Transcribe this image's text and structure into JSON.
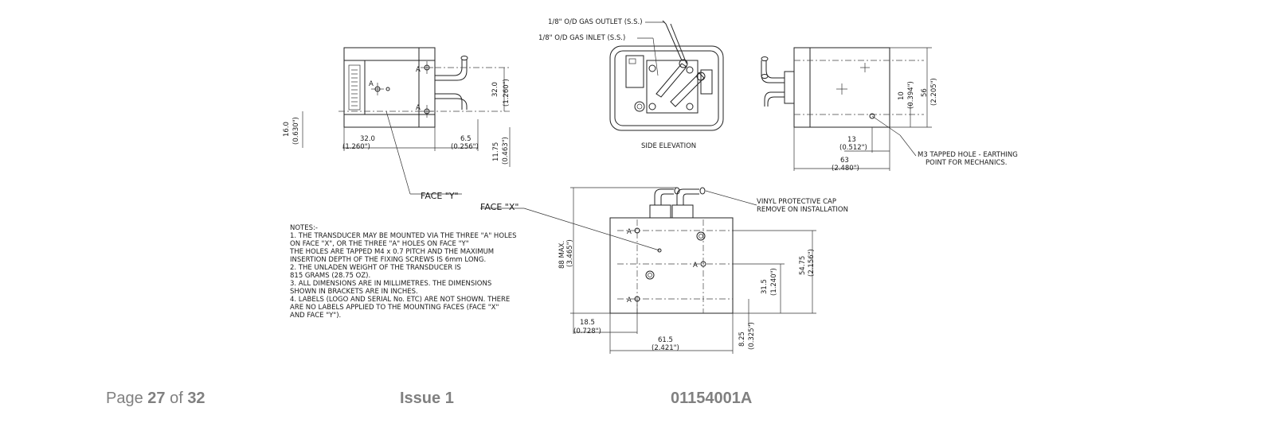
{
  "drawing": {
    "labels": {
      "gas_outlet": "1/8\" O/D GAS OUTLET (S.S.)",
      "gas_inlet": "1/8\" O/D GAS INLET (S.S.)",
      "side_elevation": "SIDE ELEVATION",
      "face_y": "FACE \"Y\"",
      "face_x": "FACE \"X\"",
      "vinyl_cap_1": "VINYL PROTECTIVE CAP",
      "vinyl_cap_2": "REMOVE ON INSTALLATION",
      "m3_hole_1": "M3 TAPPED HOLE - EARTHING",
      "m3_hole_2": "POINT FOR MECHANICS.",
      "hole_a": "A"
    },
    "dimensions": {
      "d_32_0_mm": "32.0",
      "d_32_0_in": "(1.260\")",
      "d_6_5_mm": "6.5",
      "d_6_5_in": "(0.256\")",
      "d_16_0_mm": "16.0",
      "d_16_0_in": "(0.630\")",
      "d_11_75_mm": "11.75",
      "d_11_75_in": "(0.463\")",
      "d_32_0v_mm": "32.0",
      "d_32_0v_in": "(1.260\")",
      "d_10_mm": "10",
      "d_10_in": "(0.394\")",
      "d_56_mm": "56",
      "d_56_in": "(2.205\")",
      "d_13_mm": "13",
      "d_13_in": "(0.512\")",
      "d_63_mm": "63",
      "d_63_in": "(2.480\")",
      "d_88_mm": "88 MAX.",
      "d_88_in": "(3.465\")",
      "d_54_75_mm": "54.75",
      "d_54_75_in": "(2.156\")",
      "d_31_5_mm": "31.5",
      "d_31_5_in": "(1.240\")",
      "d_18_5_mm": "18.5",
      "d_18_5_in": "(0.728\")",
      "d_61_5_mm": "61.5",
      "d_61_5_in": "(2.421\")",
      "d_8_25_mm": "8.25",
      "d_8_25_in": "(0.325\")"
    },
    "notes": [
      "NOTES:-",
      "1. THE TRANSDUCER MAY BE MOUNTED VIA THE THREE \"A\" HOLES",
      "    ON FACE \"X\", OR THE THREE \"A\" HOLES ON FACE \"Y\"",
      "    THE HOLES ARE TAPPED M4 x 0.7 PITCH AND THE MAXIMUM",
      "    INSERTION DEPTH OF THE FIXING SCREWS IS 6mm LONG.",
      "2. THE UNLADEN WEIGHT OF THE TRANSDUCER IS",
      "    815 GRAMS (28.75 OZ).",
      "3. ALL DIMENSIONS ARE IN MILLIMETRES. THE DIMENSIONS",
      "    SHOWN IN BRACKETS ARE IN INCHES.",
      "4. LABELS (LOGO AND SERIAL No. ETC) ARE NOT SHOWN. THERE",
      "    ARE NO LABELS APPLIED TO THE MOUNTING FACES (FACE \"X\"",
      "    AND FACE \"Y\")."
    ]
  },
  "footer": {
    "page_prefix": "Page ",
    "page_current": "27",
    "page_of": " of ",
    "page_total": "32",
    "issue": "Issue 1",
    "doc_number": "01154001A"
  }
}
